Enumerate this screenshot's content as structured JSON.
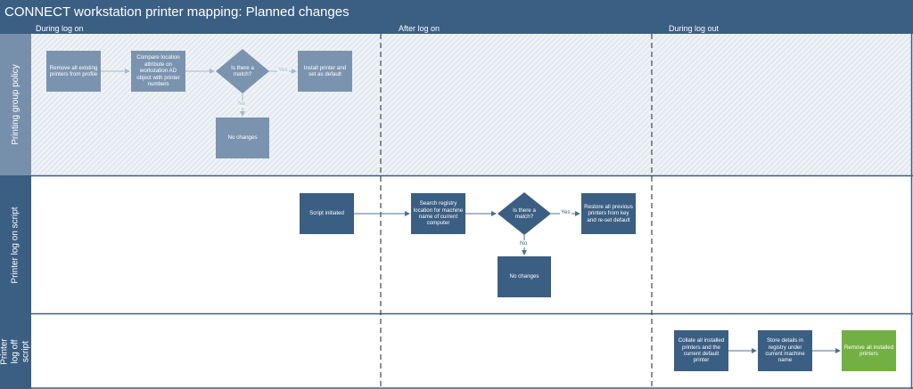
{
  "title": "CONNECT workstation printer mapping: Planned changes",
  "phases": {
    "logon": "During log on",
    "after": "After log on",
    "logout": "During log out"
  },
  "lanes": {
    "policy": "Printing group policy",
    "logonscript": "Printer log on script",
    "logoffscript": "Printer log off script"
  },
  "policy": {
    "remove": "Remove all existing printers from profile",
    "compare": "Compare location attribute on workstation AD object with printer numbers",
    "match": "Is there a match?",
    "install": "Install printer and set as default",
    "nochange": "No changes",
    "yes": "Yes",
    "no": "No"
  },
  "logon": {
    "initiated": "Script initiated",
    "search": "Search registry location for machine name of current computer",
    "match": "Is there a match?",
    "restore": "Restore all previous printers from key and re-set default",
    "nochange": "No changes",
    "yes": "Yes",
    "no": "No"
  },
  "logoff": {
    "collate": "Collate all installed printers and the current default printer",
    "store": "Store details in registry under current machine name",
    "remove": "Remove all installed printers"
  },
  "colors": {
    "header": "#3b5e83",
    "active_box": "#3b5e83",
    "faded_box": "#7a94b0",
    "green_box": "#72b043",
    "hatched_bg": "#eef2f6"
  }
}
